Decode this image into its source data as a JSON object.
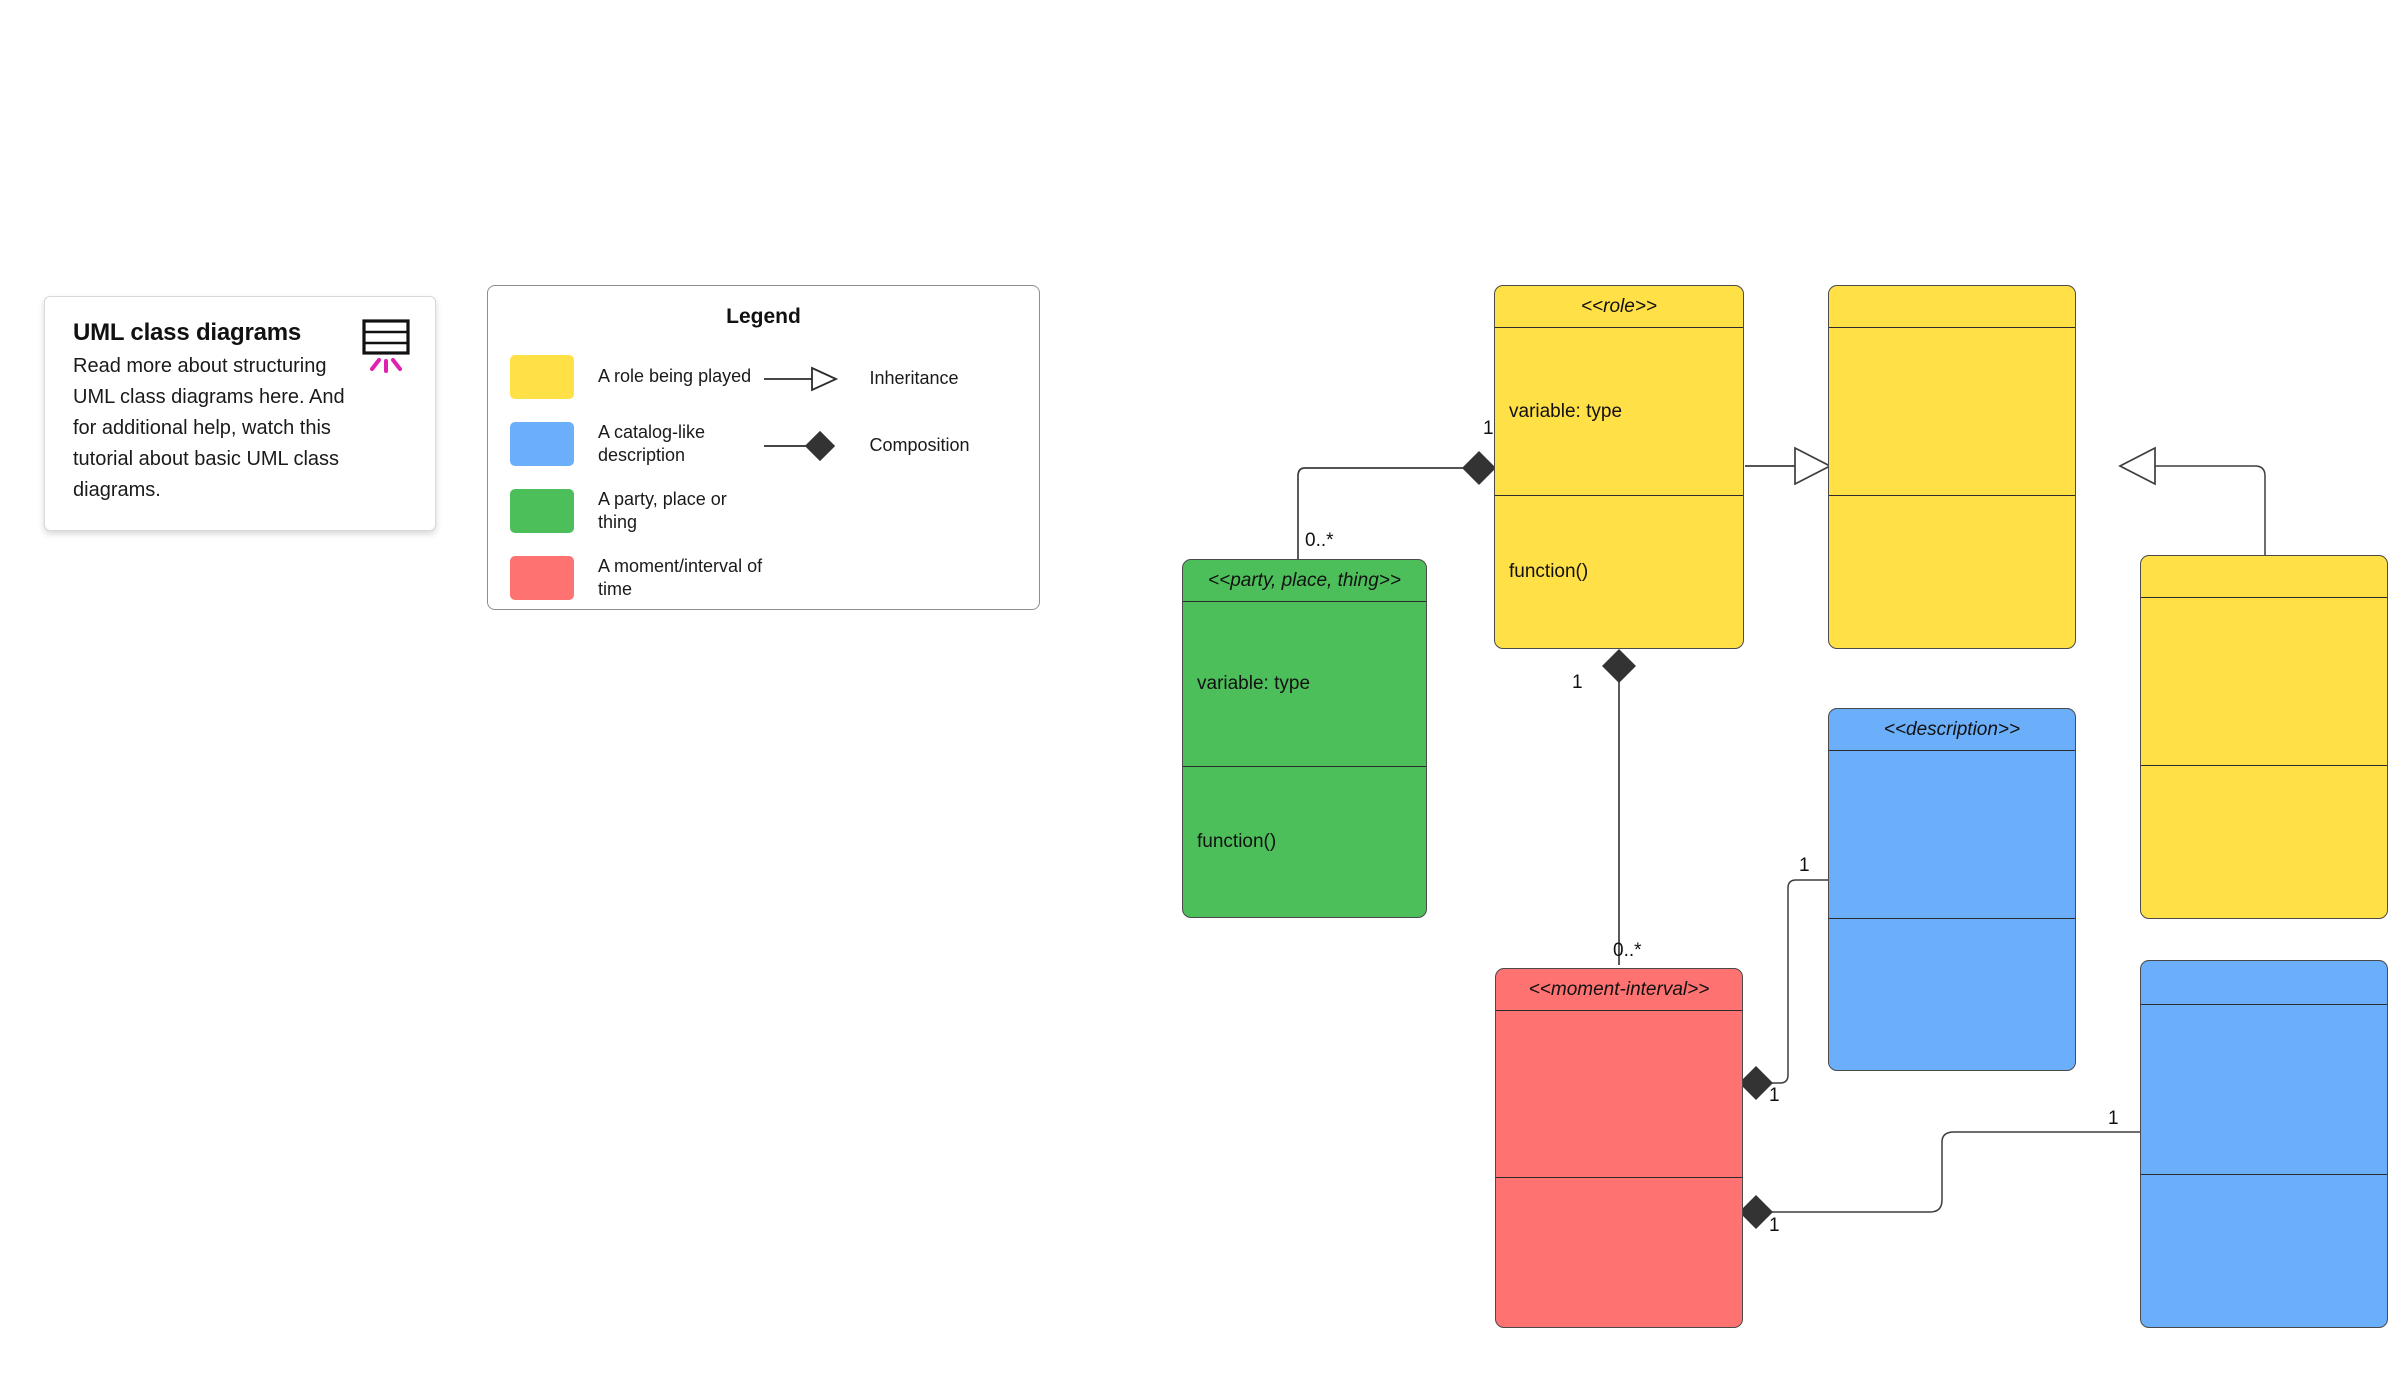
{
  "note": {
    "title": "UML class diagrams",
    "body": "Read more about structuring UML class diagrams here. And for additional help, watch this tutorial about basic UML class diagrams.",
    "icon": "uml-class-box-icon"
  },
  "legend": {
    "title": "Legend",
    "color_items": [
      {
        "color": "#FFE047",
        "label": "A role being played"
      },
      {
        "color": "#6BAEFA",
        "label": "A catalog-like description"
      },
      {
        "color": "#4CBF5B",
        "label": "A party, place or thing"
      },
      {
        "color": "#FF7272",
        "label": "A moment/interval of time"
      }
    ],
    "relation_items": [
      {
        "label": "Inheritance",
        "marker": "hollow-triangle-arrow"
      },
      {
        "label": "Composition",
        "marker": "filled-diamond"
      }
    ]
  },
  "palette": {
    "yellow": "#FFE047",
    "blue": "#6BAEFA",
    "green": "#4CBF5B",
    "red": "#FF7272",
    "stroke": "#4a4a4a",
    "divider": "#2b2b2b",
    "magenta": "#E020B0"
  },
  "classes": [
    {
      "id": "role",
      "stereotype": "<<role>>",
      "attributes": "variable: type",
      "operations": "function()",
      "color": "#FFE047"
    },
    {
      "id": "role-parent",
      "stereotype": "",
      "attributes": "",
      "operations": "",
      "color": "#FFE047"
    },
    {
      "id": "role-sibling",
      "stereotype": "",
      "attributes": "",
      "operations": "",
      "color": "#FFE047"
    },
    {
      "id": "party-place-thing",
      "stereotype": "<<party, place, thing>>",
      "attributes": "variable: type",
      "operations": "function()",
      "color": "#4CBF5B"
    },
    {
      "id": "moment-interval",
      "stereotype": "<<moment-interval>>",
      "attributes": "",
      "operations": "",
      "color": "#FF7272"
    },
    {
      "id": "description",
      "stereotype": "<<description>>",
      "attributes": "",
      "operations": "",
      "color": "#6BAEFA"
    },
    {
      "id": "description-2",
      "stereotype": "",
      "attributes": "",
      "operations": "",
      "color": "#6BAEFA"
    }
  ],
  "multiplicities": {
    "role_to_party_source": "1",
    "role_to_party_target": "0..*",
    "role_to_moment_source": "1",
    "role_to_moment_target": "0..*",
    "moment_to_description_source": "1",
    "moment_to_description_target": "1",
    "moment_to_description2_source": "1",
    "moment_to_description2_target": "1"
  }
}
